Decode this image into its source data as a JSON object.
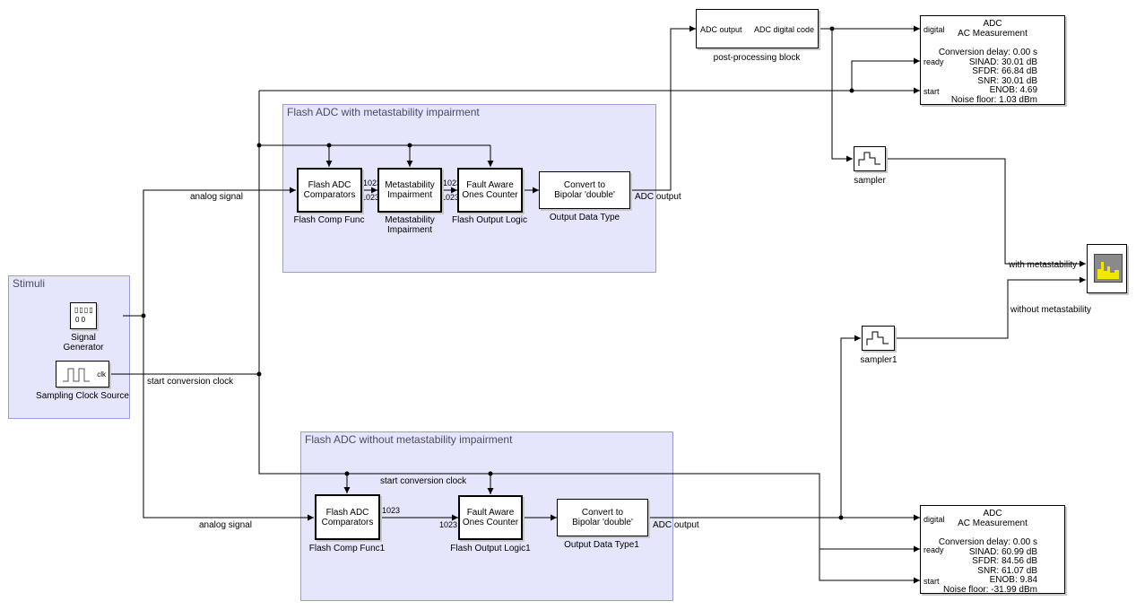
{
  "areas": {
    "stimuli": "Stimuli",
    "meta": "Flash ADC with metastability impairment",
    "nometa": "Flash ADC without metastability impairment"
  },
  "blocks": {
    "flash_comp": {
      "text": "Flash ADC\nComparators",
      "name": "Flash Comp Func"
    },
    "metastab": {
      "text": "Metastability\nImpairment",
      "name": "Metastability\nImpairment"
    },
    "fault": {
      "text": "Fault Aware\nOnes Counter",
      "name": "Flash Output Logic"
    },
    "convert": {
      "text": "Convert to\nBipolar 'double'",
      "name": "Output Data Type"
    },
    "flash_comp1": {
      "text": "Flash ADC\nComparators",
      "name": "Flash Comp Func1"
    },
    "fault1": {
      "text": "Fault Aware\nOnes Counter",
      "name": "Flash Output Logic1"
    },
    "convert1": {
      "text": "Convert to\nBipolar 'double'",
      "name": "Output Data Type1"
    },
    "post": {
      "in_port": "ADC output",
      "out_port": "ADC digital code",
      "name": "post-processing block"
    },
    "signal_gen": {
      "display": "0 0",
      "name": "Signal\nGenerator"
    },
    "clock": {
      "port": "clk",
      "name": "Sampling Clock Source"
    },
    "sampler": {
      "name": "sampler"
    },
    "sampler1": {
      "name": "sampler1"
    },
    "scope_icon": "scope-icon"
  },
  "port_numbers": {
    "w1023": "1023"
  },
  "signals": {
    "analog": "analog signal",
    "start_clock": "start conversion clock",
    "adc_output": "ADC output",
    "with_meta": "with metastability",
    "without_meta": "without metastability"
  },
  "ac_top": {
    "title": "ADC\nAC Measurement",
    "ports": [
      "digital",
      "ready",
      "start"
    ],
    "lines": [
      "Conversion delay: 0.00 s",
      "SINAD: 30.01 dB",
      "SFDR: 66.84 dB",
      "SNR: 30.01 dB",
      "ENOB: 4.69",
      "Noise floor: 1.03 dBm"
    ]
  },
  "ac_bottom": {
    "title": "ADC\nAC Measurement",
    "ports": [
      "digital",
      "ready",
      "start"
    ],
    "lines": [
      "Conversion delay: 0.00 s",
      "SINAD: 60.99 dB",
      "SFDR: 84.56 dB",
      "SNR: 61.07 dB",
      "ENOB: 9.84",
      "Noise floor: -31.99 dBm"
    ]
  },
  "colors": {
    "area_fill": "#e5e5fb",
    "area_border": "#9b9bd6",
    "scope_yellow": "#f5e600"
  }
}
